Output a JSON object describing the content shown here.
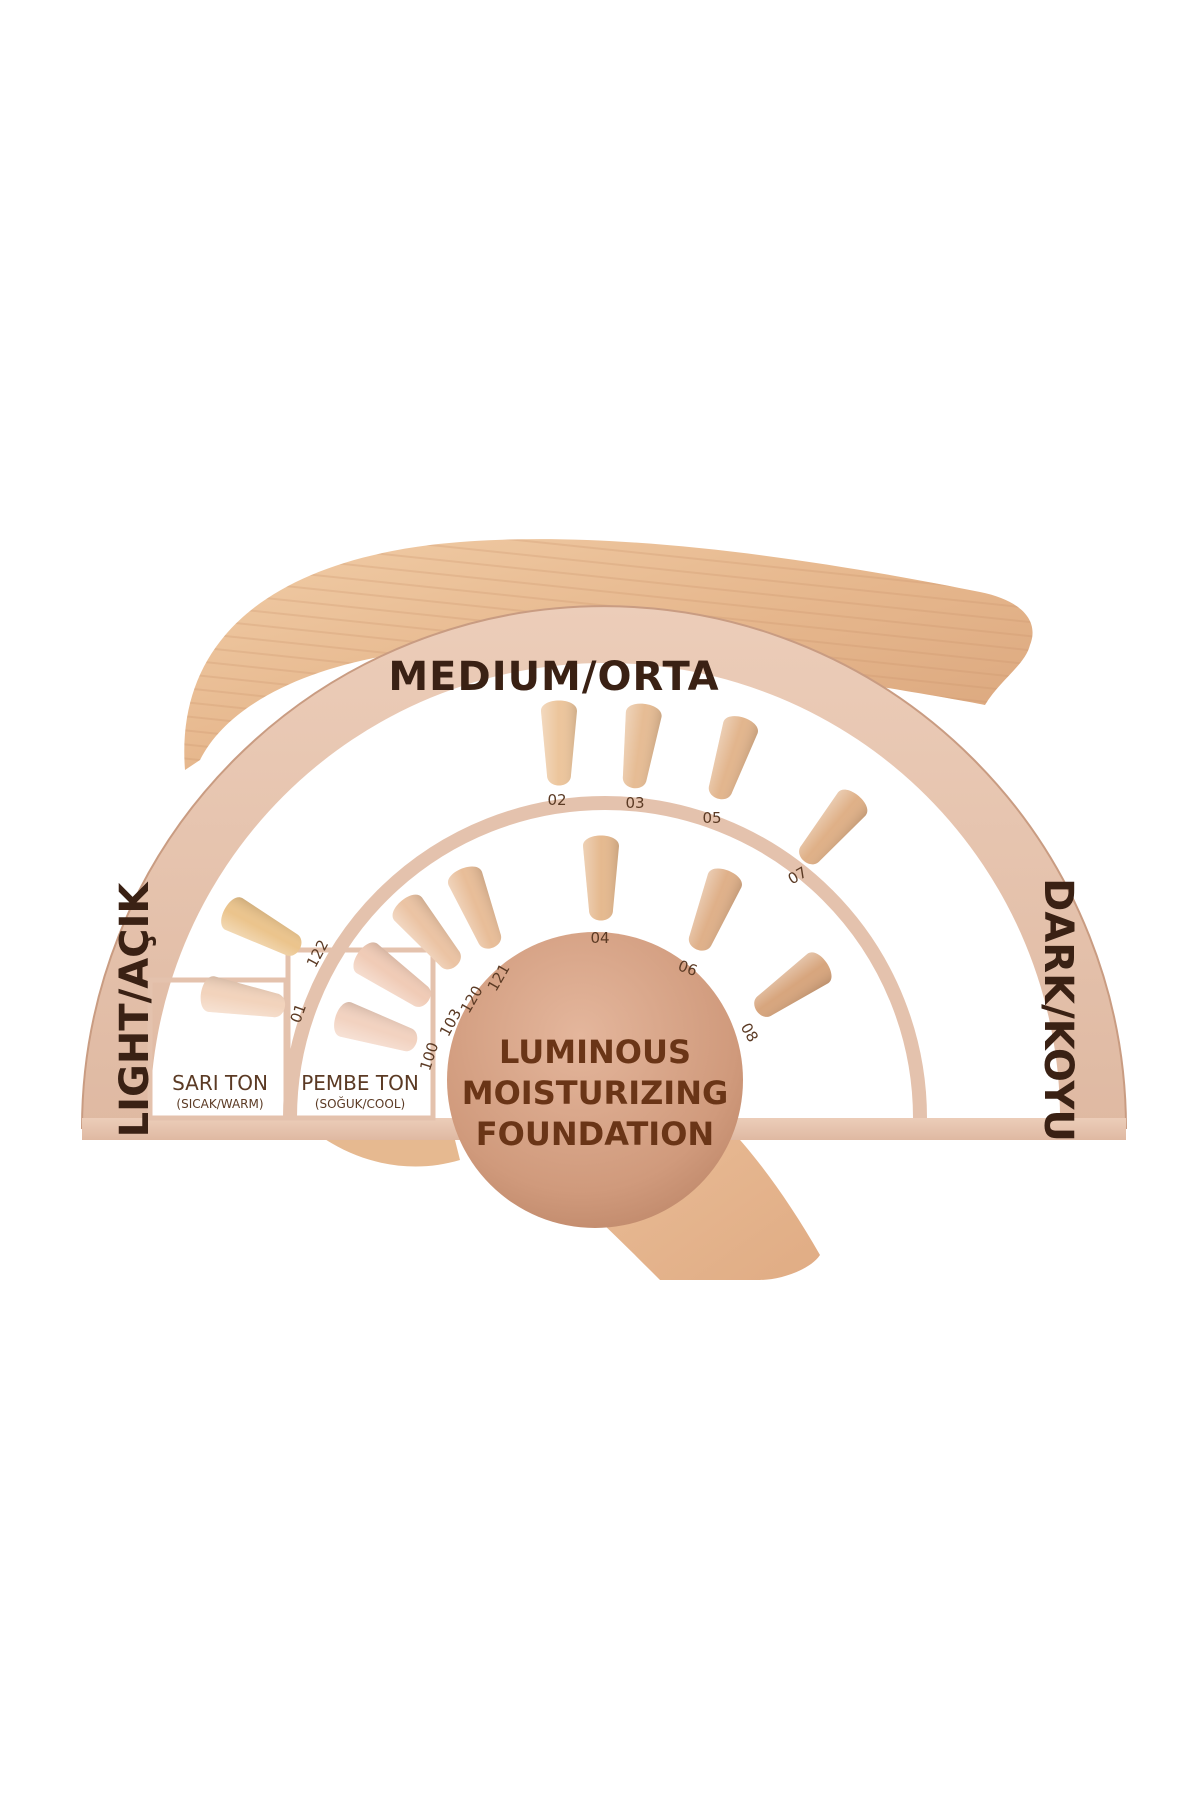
{
  "labels": {
    "medium": "MEDIUM/ORTA",
    "light": "LIGHT/AÇIK",
    "dark": "DARK/KOYU",
    "warm_title": "SARI TON",
    "warm_sub": "(SICAK/WARM)",
    "cool_title": "PEMBE TON",
    "cool_sub": "(SOĞUK/COOL)"
  },
  "product": {
    "line1": "LUMINOUS",
    "line2": "MOISTURIZING",
    "line3": "FOUNDATION"
  },
  "shades": {
    "s02": {
      "code": "02",
      "color": "#ecc59c"
    },
    "s03": {
      "code": "03",
      "color": "#e6bc94"
    },
    "s05": {
      "code": "05",
      "color": "#e2b58d"
    },
    "s07": {
      "code": "07",
      "color": "#dfb087"
    },
    "s04": {
      "code": "04",
      "color": "#e5b98f"
    },
    "s06": {
      "code": "06",
      "color": "#dfb089"
    },
    "s08": {
      "code": "08",
      "color": "#d7a57d"
    },
    "s122": {
      "code": "122",
      "color": "#ebc48c"
    },
    "s01": {
      "code": "01",
      "color": "#f2d3bc"
    },
    "s100": {
      "code": "100",
      "color": "#f2d2c0"
    },
    "s103": {
      "code": "103",
      "color": "#f0cbb6"
    },
    "s120": {
      "code": "120",
      "color": "#ebc3a3"
    },
    "s121": {
      "code": "121",
      "color": "#e8bd98"
    }
  },
  "colors": {
    "text_dark": "#3a2114",
    "label_brown": "#5b3a24",
    "product_text": "#6a3517",
    "band": "#e6c3ad",
    "band_edge": "#c99c82",
    "cream": "#e9bd94",
    "disc": "#d19b7e"
  }
}
